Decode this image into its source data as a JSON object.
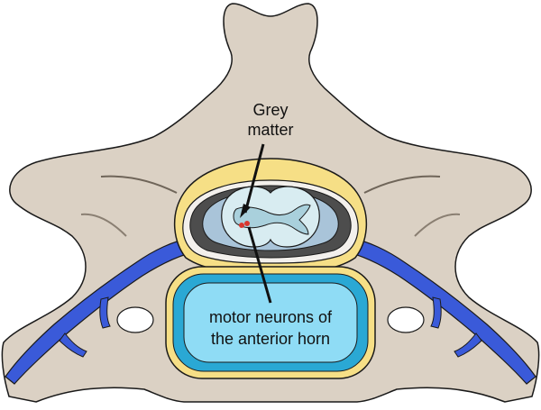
{
  "labels": {
    "grey_matter_line1": "Grey",
    "grey_matter_line2": "matter",
    "motor_neurons_line1": "motor neurons of",
    "motor_neurons_line2": "the anterior horn"
  },
  "colors": {
    "bone": "#dbd1c4",
    "fat": "#f6df86",
    "dura": "#f3f0ec",
    "csf_dark": "#4d4d4d",
    "pia_band": "#a9c4d9",
    "grey_matter": "#a9d0dc",
    "white_matter": "#d8ecf1",
    "nerve": "#3a5ad9",
    "disc_ring": "#f6df86",
    "disc_outer": "#2aa8d4",
    "disc_inner": "#8fdcf5",
    "neuron": "#d9372f",
    "outline": "#1a1a1a"
  },
  "icons": {
    "vertebra": "vertebra-cross-section-icon",
    "spinal_cord": "spinal-cord-icon",
    "nerve_root": "nerve-root-icon"
  }
}
